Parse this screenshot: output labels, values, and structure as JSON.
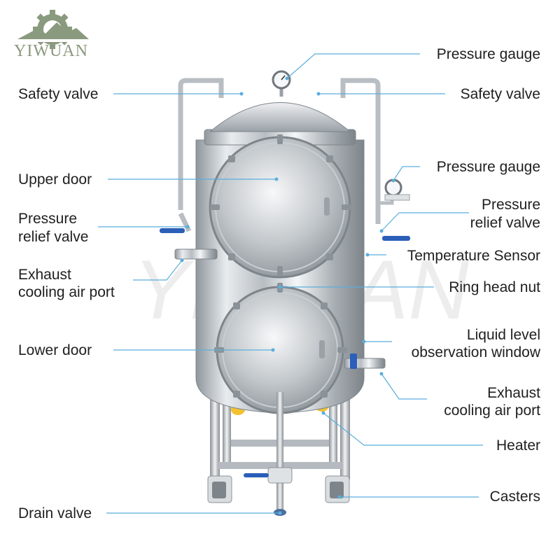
{
  "brand": {
    "name": "YIWUAN",
    "watermark": "YIWUAN"
  },
  "colors": {
    "leader": "#5aaedc",
    "logo": "#8a9a7e",
    "steel": "#c9ced3",
    "caster_yellow": "#f2c230",
    "valve_blue": "#2b5fb8"
  },
  "labels": {
    "safety_valve_left": "Safety valve",
    "pressure_gauge_top": "Pressure gauge",
    "safety_valve_right": "Safety valve",
    "upper_door": "Upper door",
    "pressure_gauge_right": "Pressure gauge",
    "pressure_relief_left_1": "Pressure",
    "pressure_relief_left_2": "relief valve",
    "pressure_relief_right_1": "Pressure",
    "pressure_relief_right_2": "relief valve",
    "temperature_sensor": "Temperature Sensor",
    "exhaust_left_1": "Exhaust",
    "exhaust_left_2": "cooling air port",
    "ring_head_nut": "Ring head nut",
    "lower_door": "Lower door",
    "liquid_level_1": "Liquid level",
    "liquid_level_2": "observation window",
    "exhaust_right_1": "Exhaust",
    "exhaust_right_2": "cooling air port",
    "heater": "Heater",
    "casters": "Casters",
    "drain_valve": "Drain valve"
  },
  "icons": {
    "logo": "gear-mountain-logo-icon"
  }
}
